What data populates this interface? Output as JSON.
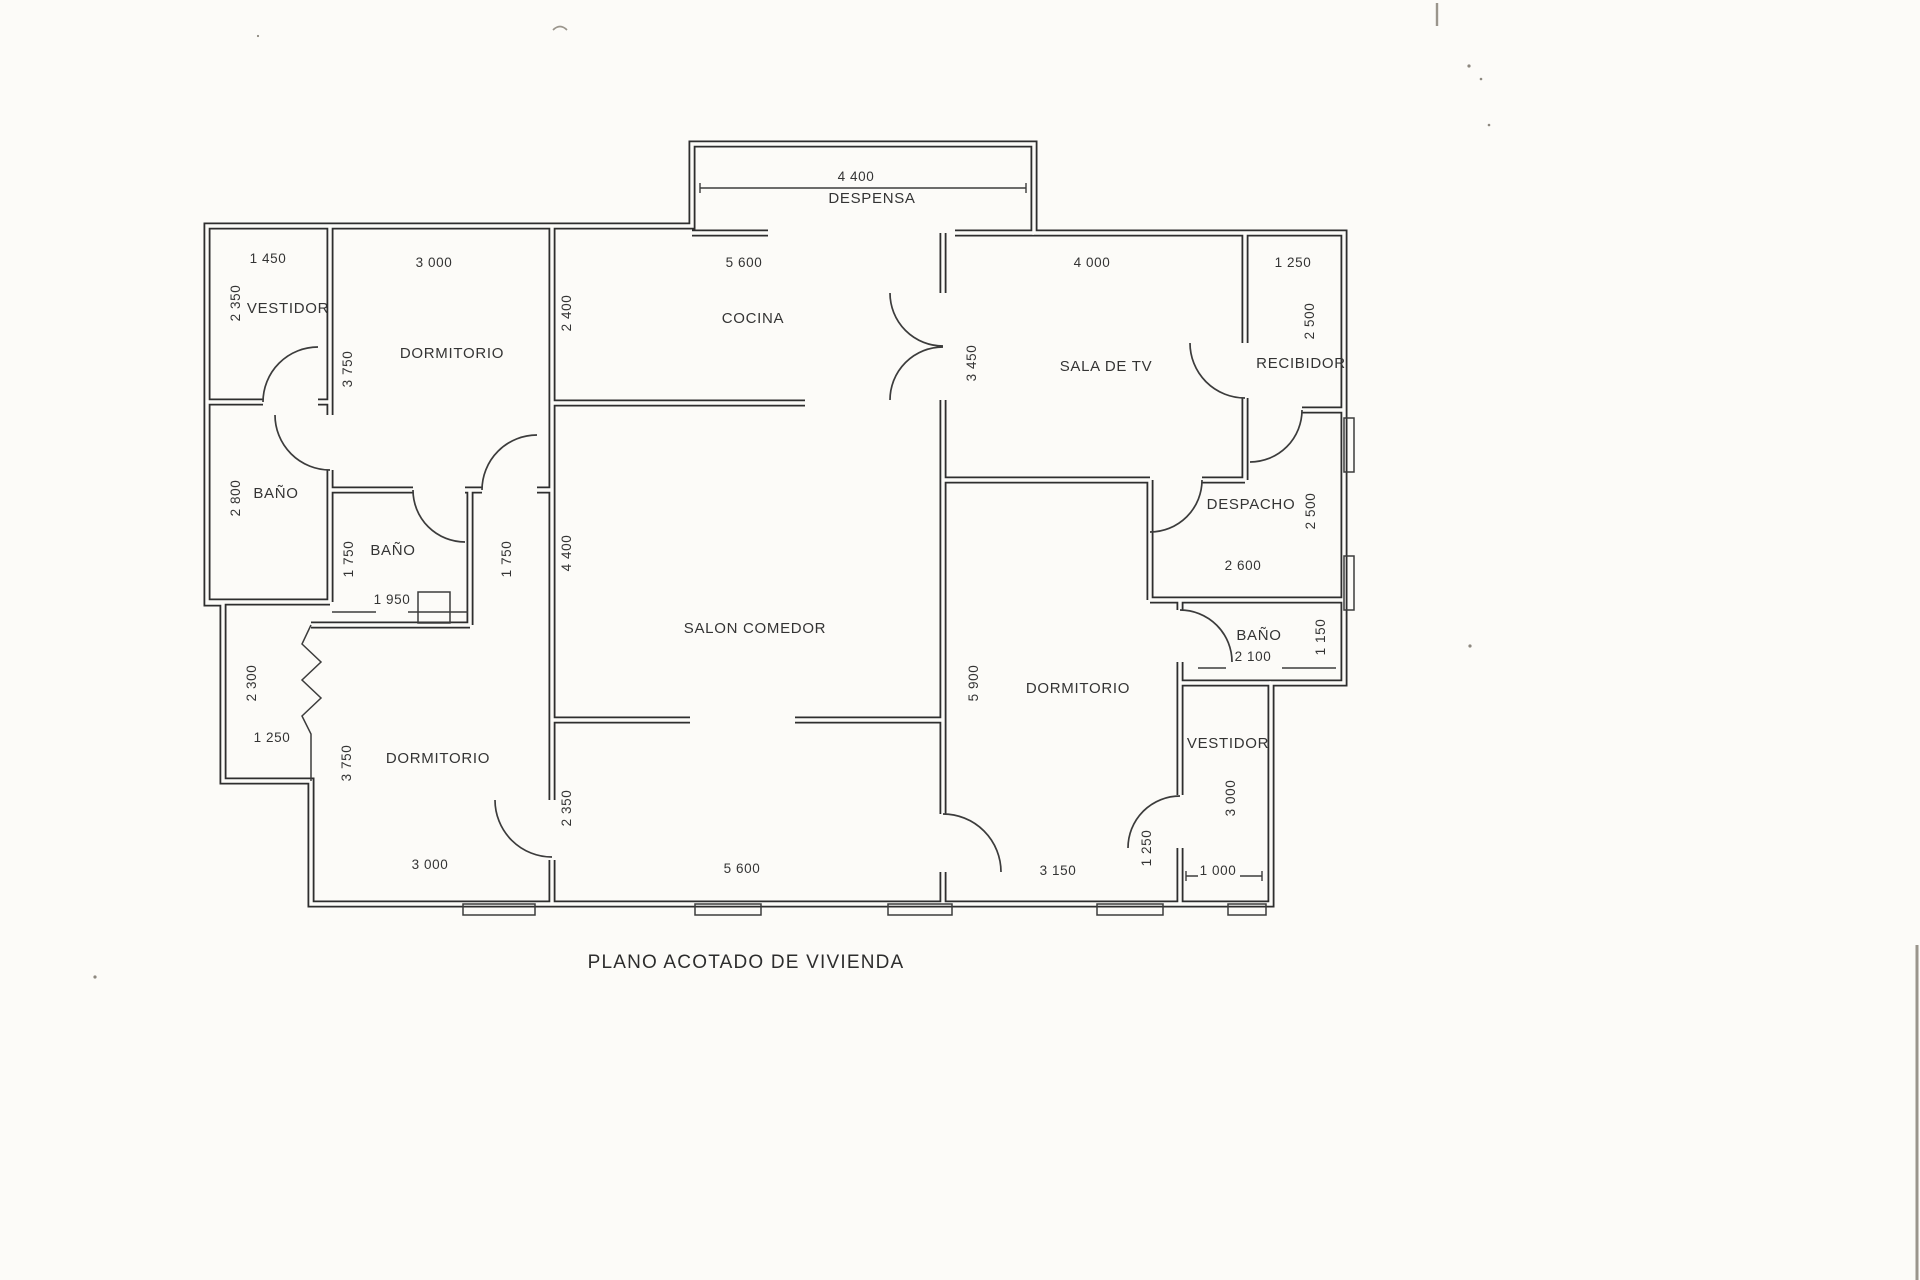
{
  "title": "PLANO ACOTADO DE VIVIENDA",
  "colors": {
    "paper": "#fcfbf8",
    "ink": "#2e2e2e"
  },
  "rooms": {
    "vestidor_top_left": "VESTIDOR",
    "dormitorio_top_left": "DORMITORIO",
    "cocina": "COCINA",
    "despensa": "DESPENSA",
    "sala_de_tv": "SALA DE TV",
    "recibidor": "RECIBIDOR",
    "bano_left": "BAÑO",
    "bano_interior": "BAÑO",
    "salon_comedor": "SALON COMEDOR",
    "despacho": "DESPACHO",
    "bano_right": "BAÑO",
    "dormitorio_right": "DORMITORIO",
    "vestidor_bottom_right": "VESTIDOR",
    "dormitorio_bottom_left": "DORMITORIO"
  },
  "dims": {
    "vestidor_tl_w": "1 450",
    "vestidor_tl_h": "2 350",
    "dormitorio_tl_w": "3 000",
    "dormitorio_tl_h": "3 750",
    "cocina_w": "5 600",
    "cocina_h": "2 400",
    "despensa_w": "4 400",
    "sala_tv_w": "4 000",
    "sala_tv_h": "3 450",
    "recibidor_w": "1 250",
    "recibidor_h": "2 500",
    "bano_left_h": "2 800",
    "bano_interior_w": "1 950",
    "bano_interior_h": "1 750",
    "pasillo_h": "1 750",
    "salon_upper_h": "4 400",
    "salon_lower_h": "2 350",
    "salon_w": "5 600",
    "despacho_w": "2 600",
    "despacho_h": "2 500",
    "bano_right_w": "2 100",
    "bano_right_h": "1 150",
    "dormitorio_right_h": "5 900",
    "dormitorio_right_w": "3 150",
    "alcove_w": "1 250",
    "alcove_h": "2 300",
    "dormitorio_bl_w": "3 000",
    "dormitorio_bl_h": "3 750",
    "door_offset": "1 250",
    "vestidor_br_w": "1 000",
    "vestidor_br_h": "3 000"
  }
}
